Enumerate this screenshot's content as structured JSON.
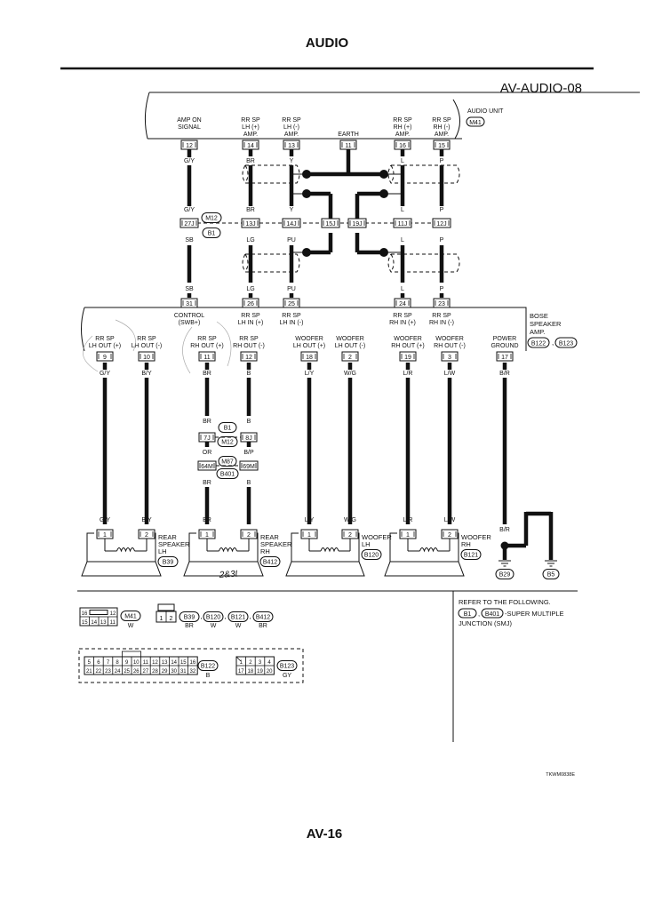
{
  "header": {
    "section": "AUDIO",
    "diagram_id": "AV-AUDIO-08",
    "page": "AV-16",
    "code": "TKWM0838E"
  },
  "audio_unit": {
    "label": "AUDIO UNIT",
    "connector": "M41"
  },
  "unit_terms": [
    {
      "l1": "AMP ON",
      "l2": "SIGNAL",
      "l3": "",
      "pin": "12",
      "wire": "G/Y"
    },
    {
      "l1": "RR SP",
      "l2": "LH (+)",
      "l3": "AMP.",
      "pin": "14",
      "wire": "BR"
    },
    {
      "l1": "RR SP",
      "l2": "LH (-)",
      "l3": "AMP.",
      "pin": "13",
      "wire": "Y"
    },
    {
      "l1": "",
      "l2": "",
      "l3": "EARTH",
      "pin": "11",
      "wire": ""
    },
    {
      "l1": "RR SP",
      "l2": "RH (+)",
      "l3": "AMP.",
      "pin": "16",
      "wire": "L"
    },
    {
      "l1": "RR SP",
      "l2": "RH (-)",
      "l3": "AMP.",
      "pin": "15",
      "wire": "P"
    }
  ],
  "junction": {
    "m": "M12",
    "b": "B1",
    "pins": [
      "27J",
      "13J",
      "14J",
      "15J",
      "19J",
      "11J",
      "12J"
    ],
    "up_wires": [
      "G/Y",
      "BR",
      "Y",
      "L",
      "P"
    ],
    "down_wires": [
      "SB",
      "LG",
      "PU",
      "L",
      "P"
    ]
  },
  "amp": {
    "label1": "BOSE",
    "label2": "SPEAKER",
    "label3": "AMP.",
    "conn1": "B122",
    "conn2": "B123"
  },
  "amp_in": [
    {
      "wire": "SB",
      "pin": "31",
      "l1": "CONTROL",
      "l2": "(SWB+)"
    },
    {
      "wire": "LG",
      "pin": "26",
      "l1": "RR SP",
      "l2": "LH IN (+)"
    },
    {
      "wire": "PU",
      "pin": "25",
      "l1": "RR SP",
      "l2": "LH IN (-)"
    },
    {
      "wire": "L",
      "pin": "24",
      "l1": "RR SP",
      "l2": "RH IN (+)"
    },
    {
      "wire": "P",
      "pin": "23",
      "l1": "RR SP",
      "l2": "RH IN (-)"
    }
  ],
  "amp_out": [
    {
      "l1": "RR SP",
      "l2": "LH OUT (+)",
      "pin": "9",
      "wire": "G/Y"
    },
    {
      "l1": "RR SP",
      "l2": "LH OUT (-)",
      "pin": "10",
      "wire": "B/Y"
    },
    {
      "l1": "RR SP",
      "l2": "RH OUT (+)",
      "pin": "11",
      "wire": "BR"
    },
    {
      "l1": "RR SP",
      "l2": "RH OUT (-)",
      "pin": "12",
      "wire": "B"
    },
    {
      "l1": "WOOFER",
      "l2": "LH OUT (+)",
      "pin": "18",
      "wire": "L/Y"
    },
    {
      "l1": "WOOFER",
      "l2": "LH OUT (-)",
      "pin": "2",
      "wire": "W/G"
    },
    {
      "l1": "WOOFER",
      "l2": "RH OUT (+)",
      "pin": "19",
      "wire": "L/R"
    },
    {
      "l1": "WOOFER",
      "l2": "RH OUT (-)",
      "pin": "3",
      "wire": "L/W"
    },
    {
      "l1": "POWER",
      "l2": "GROUND",
      "pin": "17",
      "wire": "B/R"
    }
  ],
  "inline": {
    "top_wires": [
      "BR",
      "B"
    ],
    "b1": "B1",
    "m12": "M12",
    "p1": "7J",
    "p2": "8J",
    "mid_wires": [
      "OR",
      "B/P"
    ],
    "m87": "M87",
    "b401": "B401",
    "p3": "64M",
    "p4": "69M",
    "bot_wires": [
      "BR",
      "B"
    ]
  },
  "speakers": [
    {
      "l1": "REAR",
      "l2": "SPEAKER",
      "l3": "LH",
      "conn": "B39",
      "wires": [
        "G/Y",
        "B/Y"
      ]
    },
    {
      "l1": "REAR",
      "l2": "SPEAKER",
      "l3": "RH",
      "conn": "B412",
      "wires": [
        "BR",
        "B"
      ]
    },
    {
      "l1": "WOOFER",
      "l2": "LH",
      "l3": "",
      "conn": "B120",
      "wires": [
        "L/Y",
        "W/G"
      ]
    },
    {
      "l1": "WOOFER",
      "l2": "RH",
      "l3": "",
      "conn": "B121",
      "wires": [
        "L/R",
        "L/W"
      ]
    }
  ],
  "ground": {
    "wires": [
      "B/R",
      "B",
      "B"
    ],
    "g1": "B29",
    "g2": "B5"
  },
  "refer": {
    "line1": "REFER TO THE FOLLOWING.",
    "c1": "B1",
    "c2": "B401",
    "line2": "-SUPER MULTIPLE",
    "line3": "JUNCTION (SMJ)"
  },
  "legend": {
    "m41": {
      "conn": "M41",
      "color": "W",
      "top": [
        "16",
        "12"
      ],
      "bottom": [
        "15",
        "14",
        "13",
        "11"
      ]
    },
    "two_pin": {
      "pins": [
        "1",
        "2"
      ],
      "conns": [
        "B39",
        "B120",
        "B121",
        "B412"
      ],
      "colors": [
        "BR",
        "W",
        "W",
        "BR"
      ]
    },
    "b122": {
      "conn": "B122",
      "color": "B",
      "top": [
        "5",
        "6",
        "7",
        "8",
        "9",
        "10",
        "11",
        "12",
        "13",
        "14",
        "15",
        "16"
      ],
      "bottom": [
        "21",
        "22",
        "23",
        "24",
        "25",
        "26",
        "27",
        "28",
        "29",
        "30",
        "31",
        "32"
      ]
    },
    "b123": {
      "conn": "B123",
      "color": "GY",
      "top": [
        "1",
        "2",
        "3",
        "4"
      ],
      "bottom": [
        "17",
        "18",
        "19",
        "20"
      ]
    }
  },
  "handwriting": "2&3L"
}
